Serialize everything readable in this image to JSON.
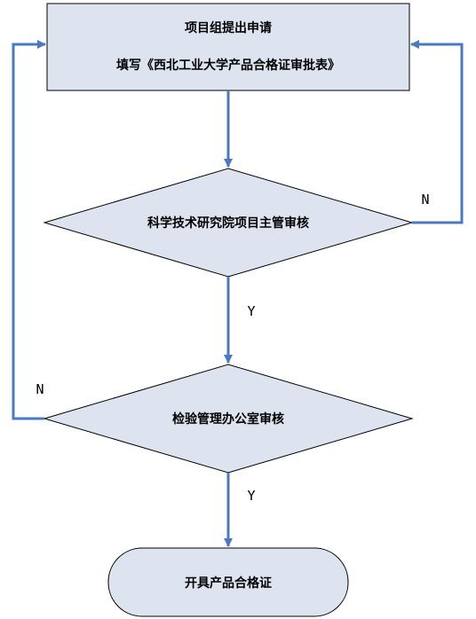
{
  "flowchart": {
    "start_box": {
      "title": "项目组提出申请",
      "subtitle": "填写《西北工业大学产品合格证审批表》"
    },
    "decision_1": {
      "label": "科学技术研究院项目主管审核"
    },
    "decision_2": {
      "label": "检验管理办公室审核"
    },
    "end_box": {
      "label": "开具产品合格证"
    },
    "edge_labels": {
      "d1_no": "N",
      "d1_yes": "Y",
      "d2_no": "N",
      "d2_yes": "Y"
    }
  },
  "colors": {
    "box_fill": "#dde3ef",
    "box_stroke": "#000000",
    "arrow": "#4a78c2"
  }
}
